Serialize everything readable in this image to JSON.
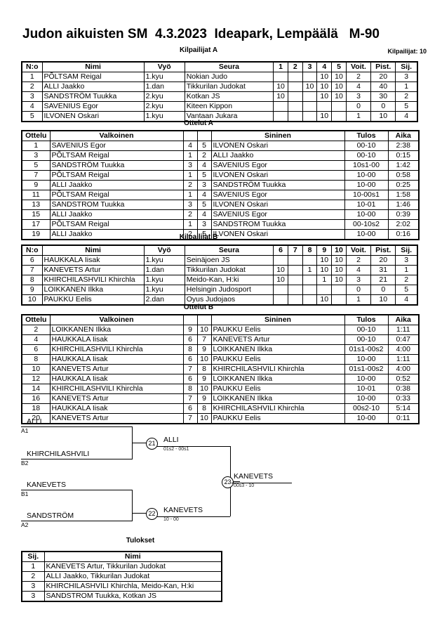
{
  "header": {
    "title": "Judon aikuisten SM  4.3.2023  Ideapark, Lempäälä   M-90",
    "subtitle_left": "Kilpailijat A",
    "competitors_count": "Kilpailijat: 10"
  },
  "pool_a": {
    "caption": "Kilpailijat A",
    "columns": [
      "N:o",
      "Nimi",
      "Vyö",
      "Seura",
      "1",
      "2",
      "3",
      "4",
      "5",
      "Voit.",
      "Pist.",
      "Sij."
    ],
    "rows": [
      {
        "no": "1",
        "name": "PÕLTSAM Reigal",
        "belt": "1.kyu",
        "club": "Nokian Judo",
        "m": [
          "",
          "",
          "",
          "10",
          "10"
        ],
        "wins": "2",
        "points": "20",
        "rank": "3"
      },
      {
        "no": "2",
        "name": "ALLI Jaakko",
        "belt": "1.dan",
        "club": "Tikkurilan Judokat",
        "m": [
          "10",
          "",
          "10",
          "10",
          "10"
        ],
        "wins": "4",
        "points": "40",
        "rank": "1"
      },
      {
        "no": "3",
        "name": "SANDSTRÖM Tuukka",
        "belt": "2.kyu",
        "club": "Kotkan JS",
        "m": [
          "10",
          "",
          "",
          "10",
          "10"
        ],
        "wins": "3",
        "points": "30",
        "rank": "2"
      },
      {
        "no": "4",
        "name": "SAVENIUS Egor",
        "belt": "2.kyu",
        "club": "Kiteen Kippon",
        "m": [
          "",
          "",
          "",
          "",
          ""
        ],
        "wins": "0",
        "points": "0",
        "rank": "5"
      },
      {
        "no": "5",
        "name": "ILVONEN Oskari",
        "belt": "1.kyu",
        "club": "Vantaan Jukara",
        "m": [
          "",
          "",
          "",
          "10",
          ""
        ],
        "wins": "1",
        "points": "10",
        "rank": "4"
      }
    ]
  },
  "matches_a": {
    "caption": "Ottelut A",
    "columns": [
      "Ottelu",
      "Valkoinen",
      "",
      "",
      "Sininen",
      "Tulos",
      "Aika"
    ],
    "rows": [
      {
        "no": "1",
        "white": "SAVENIUS Egor",
        "wn": "4",
        "bn": "5",
        "blue": "ILVONEN Oskari",
        "result": "00-10",
        "time": "2:38"
      },
      {
        "no": "3",
        "white": "PÕLTSAM Reigal",
        "wn": "1",
        "bn": "2",
        "blue": "ALLI Jaakko",
        "result": "00-10",
        "time": "0:15"
      },
      {
        "no": "5",
        "white": "SANDSTRÖM Tuukka",
        "wn": "3",
        "bn": "4",
        "blue": "SAVENIUS Egor",
        "result": "10s1-00",
        "time": "1:42"
      },
      {
        "no": "7",
        "white": "PÕLTSAM Reigal",
        "wn": "1",
        "bn": "5",
        "blue": "ILVONEN Oskari",
        "result": "10-00",
        "time": "0:58"
      },
      {
        "no": "9",
        "white": "ALLI Jaakko",
        "wn": "2",
        "bn": "3",
        "blue": "SANDSTRÖM Tuukka",
        "result": "10-00",
        "time": "0:25"
      },
      {
        "no": "11",
        "white": "PÕLTSAM Reigal",
        "wn": "1",
        "bn": "4",
        "blue": "SAVENIUS Egor",
        "result": "10-00s1",
        "time": "1:58"
      },
      {
        "no": "13",
        "white": "SANDSTROM Tuukka",
        "wn": "3",
        "bn": "5",
        "blue": "ILVONEN Oskari",
        "result": "10-01",
        "time": "1:46"
      },
      {
        "no": "15",
        "white": "ALLI Jaakko",
        "wn": "2",
        "bn": "4",
        "blue": "SAVENIUS Egor",
        "result": "10-00",
        "time": "0:39"
      },
      {
        "no": "17",
        "white": "PÕLTSAM Reigal",
        "wn": "1",
        "bn": "3",
        "blue": "SANDSTROM Tuukka",
        "result": "00-10s2",
        "time": "2:02"
      },
      {
        "no": "19",
        "white": "ALLI Jaakko",
        "wn": "2",
        "bn": "5",
        "blue": "ILVONEN Oskari",
        "result": "10-00",
        "time": "0:16"
      }
    ]
  },
  "pool_b": {
    "caption": "Kilpailijat B",
    "columns": [
      "N:o",
      "Nimi",
      "Vyö",
      "Seura",
      "6",
      "7",
      "8",
      "9",
      "10",
      "Voit.",
      "Pist.",
      "Sij."
    ],
    "rows": [
      {
        "no": "6",
        "name": "HAUKKALA Iisak",
        "belt": "1.kyu",
        "club": "Seinäjoen JS",
        "m": [
          "",
          "",
          "",
          "10",
          "10"
        ],
        "wins": "2",
        "points": "20",
        "rank": "3"
      },
      {
        "no": "7",
        "name": "KANEVETS Artur",
        "belt": "1.dan",
        "club": "Tikkurilan Judokat",
        "m": [
          "10",
          "",
          "1",
          "10",
          "10"
        ],
        "wins": "4",
        "points": "31",
        "rank": "1"
      },
      {
        "no": "8",
        "name": "KHIRCHILASHVILI Khirchla",
        "belt": "1.kyu",
        "club": "Meido-Kan, H:ki",
        "m": [
          "10",
          "",
          "",
          "1",
          "10"
        ],
        "wins": "3",
        "points": "21",
        "rank": "2"
      },
      {
        "no": "9",
        "name": "LOIKKANEN Ilkka",
        "belt": "1.kyu",
        "club": "Helsingin Judosport",
        "m": [
          "",
          "",
          "",
          "",
          ""
        ],
        "wins": "0",
        "points": "0",
        "rank": "5"
      },
      {
        "no": "10",
        "name": "PAUKKU Eelis",
        "belt": "2.dan",
        "club": "Oyus Judojaos",
        "m": [
          "",
          "",
          "",
          "10",
          ""
        ],
        "wins": "1",
        "points": "10",
        "rank": "4"
      }
    ]
  },
  "matches_b": {
    "caption": "Ottelut B",
    "columns": [
      "Ottelu",
      "Valkoinen",
      "",
      "",
      "Sininen",
      "Tulos",
      "Aika"
    ],
    "rows": [
      {
        "no": "2",
        "white": "LOIKKANEN Ilkka",
        "wn": "9",
        "bn": "10",
        "blue": "PAUKKU Eelis",
        "result": "00-10",
        "time": "1:11"
      },
      {
        "no": "4",
        "white": "HAUKKALA Iisak",
        "wn": "6",
        "bn": "7",
        "blue": "KANEVETS Artur",
        "result": "00-10",
        "time": "0:47"
      },
      {
        "no": "6",
        "white": "KHIRCHILASHVILI Khirchla",
        "wn": "8",
        "bn": "9",
        "blue": "LOIKKANEN Ilkka",
        "result": "01s1-00s2",
        "time": "4:00"
      },
      {
        "no": "8",
        "white": "HAUKKALA Iisak",
        "wn": "6",
        "bn": "10",
        "blue": "PAUKKU Eelis",
        "result": "10-00",
        "time": "1:11"
      },
      {
        "no": "10",
        "white": "KANEVETS Artur",
        "wn": "7",
        "bn": "8",
        "blue": "KHIRCHILASHVILI Khirchla",
        "result": "01s1-00s2",
        "time": "4:00"
      },
      {
        "no": "12",
        "white": "HAUKKALA Iisak",
        "wn": "6",
        "bn": "9",
        "blue": "LOIKKANEN Ilkka",
        "result": "10-00",
        "time": "0:52"
      },
      {
        "no": "14",
        "white": "KHIRCHILASHVILI Khirchla",
        "wn": "8",
        "bn": "10",
        "blue": "PAUKKU Eelis",
        "result": "10-01",
        "time": "0:38"
      },
      {
        "no": "16",
        "white": "KANEVETS Artur",
        "wn": "7",
        "bn": "9",
        "blue": "LOIKKANEN Ilkka",
        "result": "10-00",
        "time": "0:33"
      },
      {
        "no": "18",
        "white": "HAUKKALA Iisak",
        "wn": "6",
        "bn": "8",
        "blue": "KHIRCHILASHVILI Khirchla",
        "result": "00s2-10",
        "time": "5:14"
      },
      {
        "no": "20",
        "white": "KANEVETS Artur",
        "wn": "7",
        "bn": "10",
        "blue": "PAUKKU Eelis",
        "result": "10-00",
        "time": "0:11"
      }
    ]
  },
  "bracket": {
    "seeds": [
      {
        "name": "ALLI",
        "code": "A1"
      },
      {
        "name": "KHIRCHILASHVILI",
        "code": "B2"
      },
      {
        "name": "KANEVETS",
        "code": "B1"
      },
      {
        "name": "SANDSTRÖM",
        "code": "A2"
      }
    ],
    "semi1": {
      "number": "21",
      "winner": "ALLI",
      "score": "01s2 - 00s1"
    },
    "semi2": {
      "number": "22",
      "winner": "KANEVETS",
      "score": "10 - 00"
    },
    "final": {
      "number": "23",
      "winner": "KANEVETS",
      "score": "00s3 - 10"
    }
  },
  "results": {
    "caption": "Tulokset",
    "columns": [
      "Sij.",
      "Nimi"
    ],
    "rows": [
      {
        "rank": "1",
        "name": "KANEVETS Artur, Tikkurilan Judokat"
      },
      {
        "rank": "2",
        "name": "ALLI Jaakko, Tikkurilan Judokat"
      },
      {
        "rank": "3",
        "name": "KHIRCHILASHVILI Khirchla, Meido-Kan, H:ki"
      },
      {
        "rank": "3",
        "name": "SANDSTROM Tuukka, Kotkan JS"
      }
    ]
  }
}
